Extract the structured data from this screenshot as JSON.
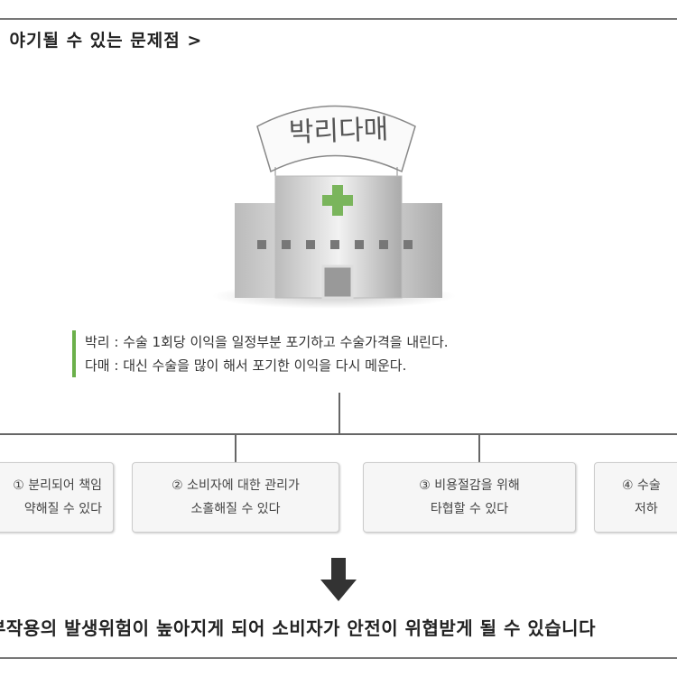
{
  "title": "< 야기될 수 있는 문제점 >",
  "sign": "박리다매",
  "definitions": [
    "박리 : 수술 1회당 이익을 일정부분 포기하고 수술가격을 내린다.",
    "다매 : 대신 수술을 많이 해서 포기한 이익을 다시 메운다."
  ],
  "boxes": [
    {
      "line1": "① 분리되어 책임",
      "line2": "약해질 수 있다"
    },
    {
      "line1": "② 소비자에 대한 관리가",
      "line2": "소홀해질 수 있다"
    },
    {
      "line1": "③ 비용절감을 위해",
      "line2": "타협할 수 있다"
    },
    {
      "line1": "④ 수술",
      "line2": "저하"
    }
  ],
  "conclusion": "부작용의 발생위험이 높아지게 되어 소비자가 안전이 위협받게 될 수 있습니다",
  "colors": {
    "accent": "#6bb04a",
    "cross": "#7ab55c"
  }
}
